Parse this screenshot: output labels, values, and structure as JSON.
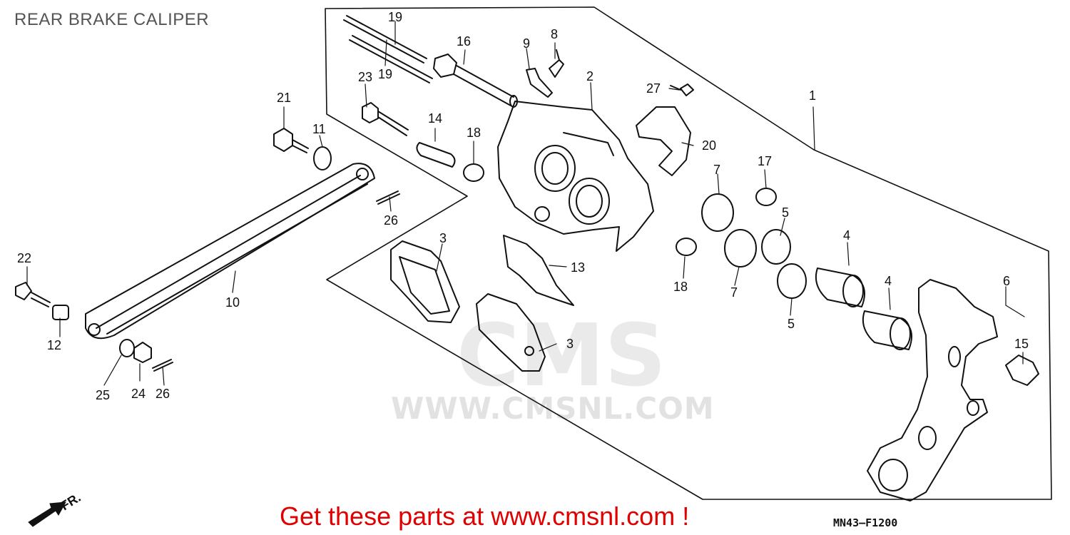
{
  "title": "REAR BRAKE CALIPER",
  "watermark": {
    "logo": "CMS",
    "url": "WWW.CMSNL.COM"
  },
  "cta": "Get these parts at www.cmsnl.com !",
  "diagram_code": "MN43–F1200",
  "direction_label": "FR.",
  "colors": {
    "cta": "#e00000",
    "line": "#111111",
    "watermark": "#e2e2e2",
    "title": "#555555"
  },
  "callouts": [
    {
      "id": "c1",
      "text": "1"
    },
    {
      "id": "c2",
      "text": "2"
    },
    {
      "id": "c3a",
      "text": "3"
    },
    {
      "id": "c3b",
      "text": "3"
    },
    {
      "id": "c4a",
      "text": "4"
    },
    {
      "id": "c4b",
      "text": "4"
    },
    {
      "id": "c5a",
      "text": "5"
    },
    {
      "id": "c5b",
      "text": "5"
    },
    {
      "id": "c6",
      "text": "6"
    },
    {
      "id": "c7a",
      "text": "7"
    },
    {
      "id": "c7b",
      "text": "7"
    },
    {
      "id": "c8",
      "text": "8"
    },
    {
      "id": "c9",
      "text": "9"
    },
    {
      "id": "c10",
      "text": "10"
    },
    {
      "id": "c11",
      "text": "11"
    },
    {
      "id": "c12",
      "text": "12"
    },
    {
      "id": "c13",
      "text": "13"
    },
    {
      "id": "c14",
      "text": "14"
    },
    {
      "id": "c15",
      "text": "15"
    },
    {
      "id": "c16",
      "text": "16"
    },
    {
      "id": "c17",
      "text": "17"
    },
    {
      "id": "c18a",
      "text": "18"
    },
    {
      "id": "c18b",
      "text": "18"
    },
    {
      "id": "c19a",
      "text": "19"
    },
    {
      "id": "c19b",
      "text": "19"
    },
    {
      "id": "c20",
      "text": "20"
    },
    {
      "id": "c21",
      "text": "21"
    },
    {
      "id": "c22",
      "text": "22"
    },
    {
      "id": "c23",
      "text": "23"
    },
    {
      "id": "c24",
      "text": "24"
    },
    {
      "id": "c25",
      "text": "25"
    },
    {
      "id": "c26a",
      "text": "26"
    },
    {
      "id": "c26b",
      "text": "26"
    },
    {
      "id": "c27",
      "text": "27"
    }
  ]
}
